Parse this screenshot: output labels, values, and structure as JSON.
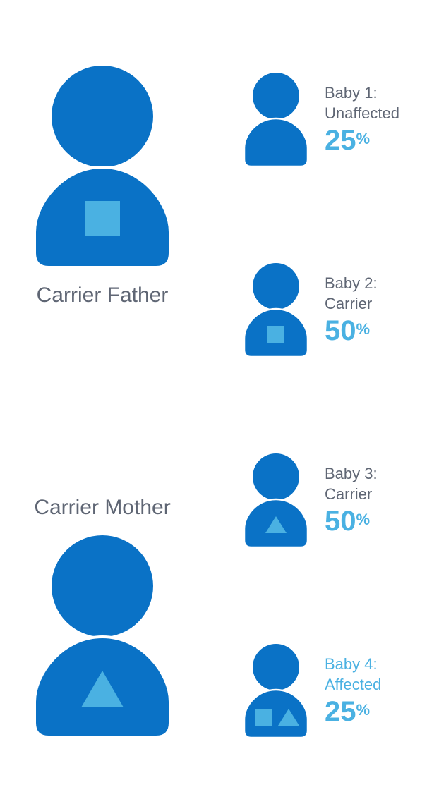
{
  "colors": {
    "figure": "#0a72c6",
    "marker": "#4ab1e2",
    "label_text": "#5f6674",
    "affected_text": "#4ab1e2",
    "divider": "#7fb2dd"
  },
  "parents": {
    "father": {
      "label": "Carrier Father",
      "marker_icon": "square-icon"
    },
    "mother": {
      "label": "Carrier Mother",
      "marker_icon": "triangle-icon"
    }
  },
  "babies": [
    {
      "line1": "Baby 1:",
      "line2": "Unaffected",
      "percent": "25",
      "percent_symbol": "%",
      "markers": []
    },
    {
      "line1": "Baby 2:",
      "line2": "Carrier",
      "percent": "50",
      "percent_symbol": "%",
      "markers": [
        "square-icon"
      ]
    },
    {
      "line1": "Baby 3:",
      "line2": "Carrier",
      "percent": "50",
      "percent_symbol": "%",
      "markers": [
        "triangle-icon"
      ]
    },
    {
      "line1": "Baby 4:",
      "line2": "Affected",
      "percent": "25",
      "percent_symbol": "%",
      "markers": [
        "square-icon",
        "triangle-icon"
      ],
      "highlighted": true
    }
  ]
}
